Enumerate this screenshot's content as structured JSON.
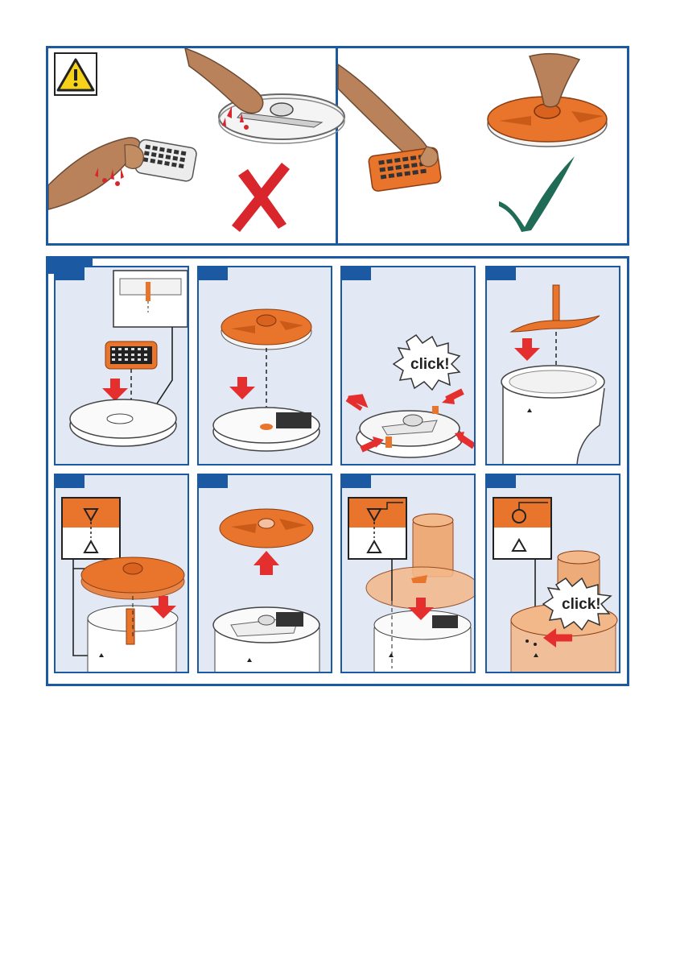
{
  "warning": {
    "icon": "warning-triangle-icon",
    "wrong_mark": "red-cross-icon",
    "right_mark": "green-check-icon"
  },
  "steps": [
    {
      "id": 1,
      "click_label": ""
    },
    {
      "id": 2,
      "click_label": ""
    },
    {
      "id": 3,
      "click_label": "click!"
    },
    {
      "id": 4,
      "click_label": ""
    },
    {
      "id": 5,
      "click_label": ""
    },
    {
      "id": 6,
      "click_label": ""
    },
    {
      "id": 7,
      "click_label": ""
    },
    {
      "id": 8,
      "click_label": "click!"
    }
  ],
  "colors": {
    "frame_blue": "#1b5aa3",
    "tile_bg": "#e3e9f4",
    "accent_orange": "#e9742b",
    "arrow_red": "#e52e2e",
    "check_green": "#1f6b55"
  }
}
